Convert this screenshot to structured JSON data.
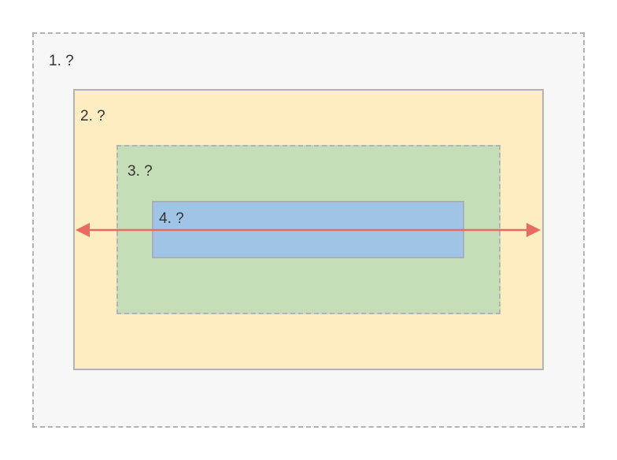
{
  "labels": {
    "box1": "1. ?",
    "box2": "2. ?",
    "box3": "3. ?",
    "box4": "4. ?"
  },
  "colors": {
    "box1_fill": "#f7f7f7",
    "box2_fill": "#fdedc0",
    "box3_fill": "#c5deb7",
    "box4_fill": "#a0c4e6",
    "border": "#b3b3b3",
    "arrow": "#e86b63"
  }
}
